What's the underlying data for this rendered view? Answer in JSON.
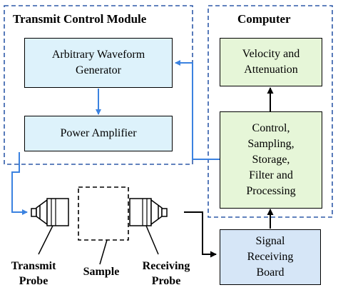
{
  "colors": {
    "module_border": "#2e5aa8",
    "blue_box": "#ddf2fb",
    "green_box": "#e6f6d8",
    "signal_box": "#d6e6f7",
    "blue_arrow": "#3b82e0",
    "black_arrow": "#000000"
  },
  "transmit_module": {
    "title": "Transmit Control Module",
    "awg_line1": "Arbitrary Waveform",
    "awg_line2": "Generator",
    "power_amp": "Power Amplifier"
  },
  "computer": {
    "title": "Computer",
    "velocity_line1": "Velocity and",
    "velocity_line2": "Attenuation",
    "control_line1": "Control,",
    "control_line2": "Sampling,",
    "control_line3": "Storage,",
    "control_line4": "Filter and",
    "control_line5": "Processing"
  },
  "signal_board": {
    "line1": "Signal",
    "line2": "Receiving",
    "line3": "Board"
  },
  "labels": {
    "transmit_line1": "Transmit",
    "transmit_line2": "Probe",
    "sample": "Sample",
    "receiving_line1": "Receiving",
    "receiving_line2": "Probe"
  }
}
